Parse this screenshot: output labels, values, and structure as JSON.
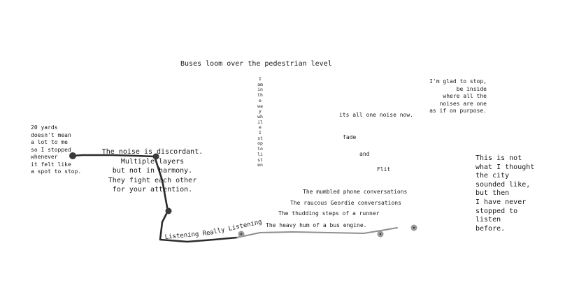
{
  "headline": "Buses loom over the pedestrian level",
  "vertical_text": "I am in the way while I stop to listen",
  "note_20_yards": "20 yards\ndoesn't mean\na lot to me\nso I stopped\nwhenever\nit felt like\na spot to stop.",
  "note_discordant": "The noise is discordant.\nMultiple layers\nbut not in harmony.\nThey fight each other\nfor your attention.",
  "note_glad": "I'm glad to stop,\nbe inside\nwhere all the\nnoises are one\nas if on purpose.",
  "note_one_noise": "its all one noise now.",
  "word_fade": "fade",
  "word_and": "and",
  "word_flit": "Flit",
  "note_not_what": "This is not\nwhat I thought\nthe city\nsounded like,\nbut then\nI have never\nstopped to\nlisten\nbefore.",
  "sound_phone": "The mumbled phone conversations",
  "sound_geordie": "The raucous Geordie conversations",
  "sound_steps": "The thudding steps of a runner",
  "sound_bus": "The heavy hum of a bus engine.",
  "path_label": "Listening Really Listening",
  "colors": {
    "ink": "#1a1a1a",
    "dark_path": "#2b2b2b",
    "grey_path": "#8f8f8f",
    "dot_dark": "#3a3a3a",
    "dot_grey": "#9a9a9a"
  }
}
